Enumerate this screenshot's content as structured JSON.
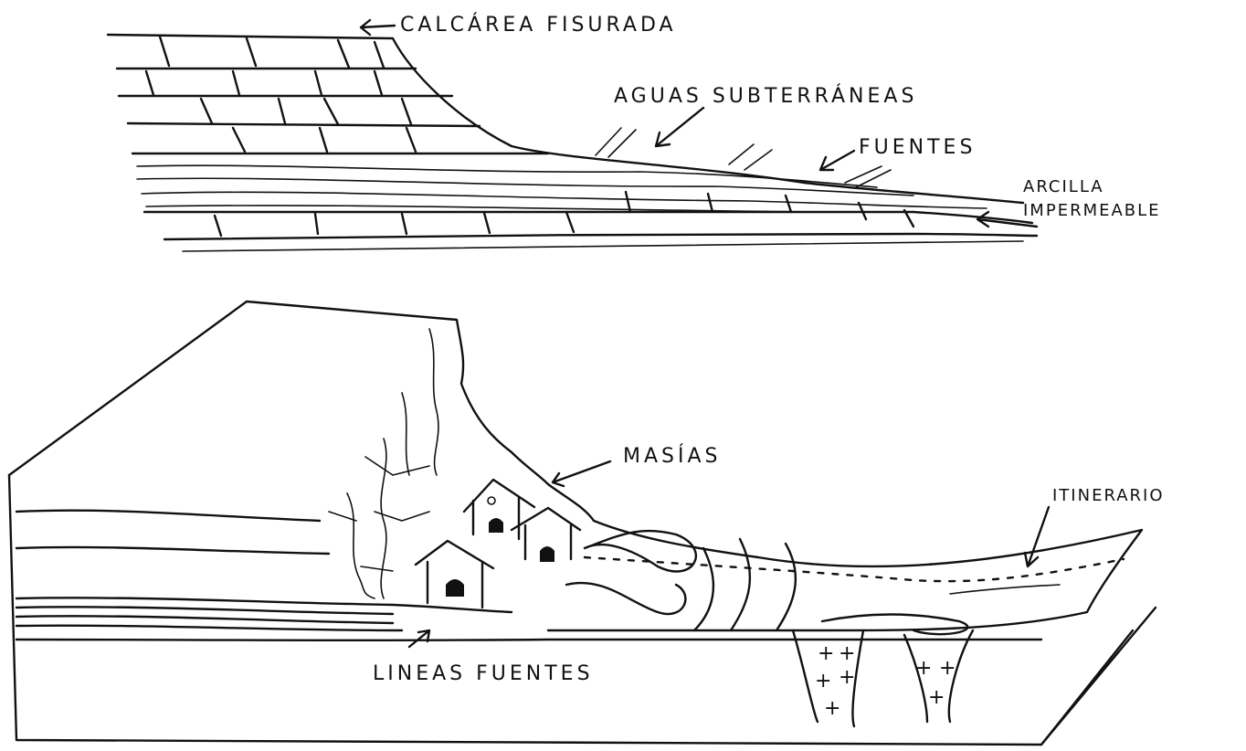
{
  "top_diagram": {
    "labels": {
      "calcarea": "CALCÁREA FISURADA",
      "aguas": "AGUAS SUBTERRÁNEAS",
      "fuentes": "FUENTES",
      "arcilla_1": "ARCILLA",
      "arcilla_2": "IMPERMEABLE"
    }
  },
  "bottom_diagram": {
    "labels": {
      "masias": "MASÍAS",
      "itinerario": "ITINERARIO",
      "lineas_fuentes": "LINEAS FUENTES"
    },
    "plus_symbol": "+"
  }
}
